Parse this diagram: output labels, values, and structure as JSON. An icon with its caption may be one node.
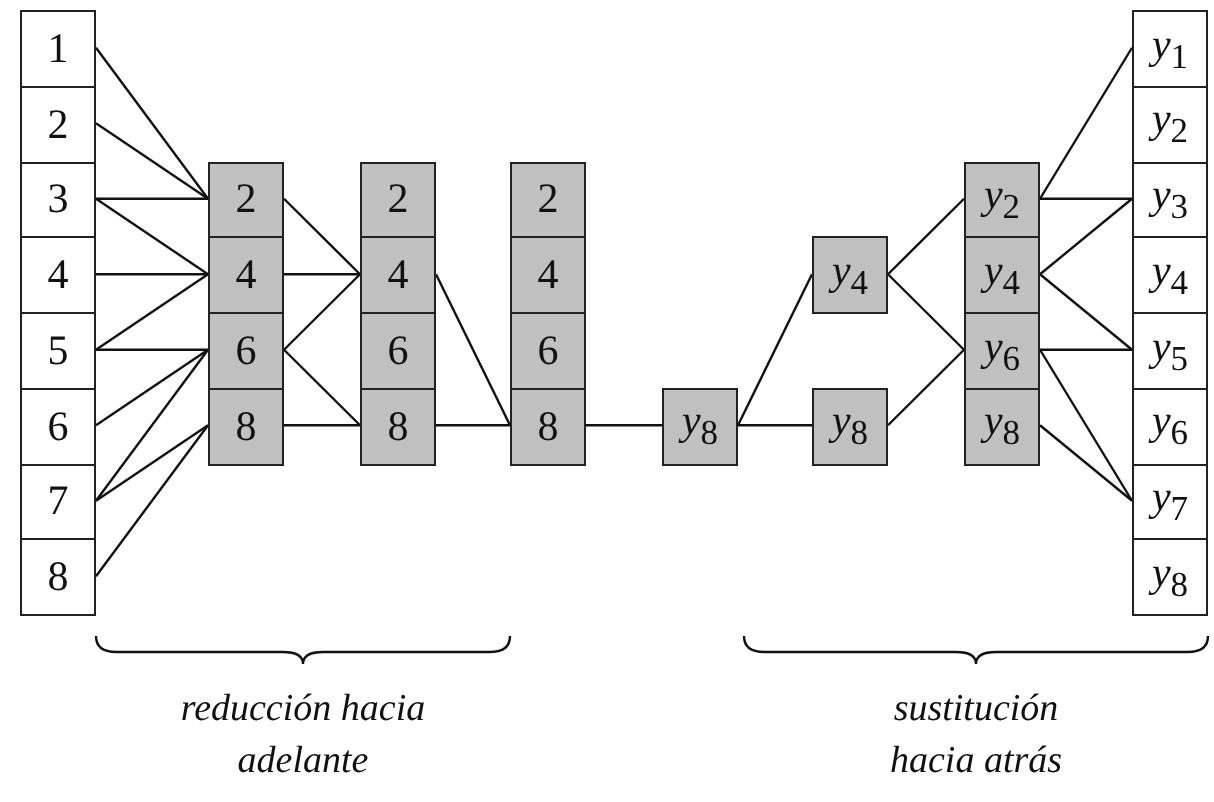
{
  "diagram": {
    "nodes": [
      {
        "text": [
          "1"
        ]
      },
      {
        "text": [
          "2"
        ]
      },
      {
        "text": [
          "3"
        ]
      },
      {
        "text": [
          "4"
        ]
      },
      {
        "text": [
          "5"
        ]
      },
      {
        "text": [
          "6"
        ]
      },
      {
        "text": [
          "7"
        ]
      },
      {
        "text": [
          "8"
        ]
      },
      {
        "text": [
          "2"
        ]
      },
      {
        "text": [
          "4"
        ]
      },
      {
        "text": [
          "6"
        ]
      },
      {
        "text": [
          "8"
        ]
      },
      {
        "text": [
          "2"
        ]
      },
      {
        "text": [
          "4"
        ]
      },
      {
        "text": [
          "6"
        ]
      },
      {
        "text": [
          "8"
        ]
      },
      {
        "text": [
          "2"
        ]
      },
      {
        "text": [
          "4"
        ]
      },
      {
        "text": [
          "6"
        ]
      },
      {
        "text": [
          "8"
        ]
      },
      {
        "text": [
          "*y*$_{8}$"
        ]
      },
      {
        "text": [
          "*y*$_{4}$"
        ]
      },
      {
        "text": [
          "*y*$_{8}$"
        ]
      },
      {
        "text": [
          "*y*$_{2}$"
        ]
      },
      {
        "text": [
          "*y*$_{4}$"
        ]
      },
      {
        "text": [
          "*y*$_{6}$"
        ]
      },
      {
        "text": [
          "*y*$_{8}$"
        ]
      },
      {
        "text": [
          "*y*$_{1}$"
        ]
      },
      {
        "text": [
          "*y*$_{2}$"
        ]
      },
      {
        "text": [
          "*y*$_{3}$"
        ]
      },
      {
        "text": [
          "*y*$_{4}$"
        ]
      },
      {
        "text": [
          "*y*$_{5}$"
        ]
      },
      {
        "text": [
          "*y*$_{6}$"
        ]
      },
      {
        "text": [
          "*y*$_{7}$"
        ]
      },
      {
        "text": [
          "*y*$_{8}$"
        ]
      }
    ],
    "edges": [
      {
        "from": 0,
        "to": 8,
        "arrow": "none"
      },
      {
        "from": 1,
        "to": 8,
        "arrow": "none"
      },
      {
        "from": 2,
        "to": 8,
        "arrow": "none"
      },
      {
        "from": 2,
        "to": 9,
        "arrow": "none"
      },
      {
        "from": 3,
        "to": 9,
        "arrow": "none"
      },
      {
        "from": 4,
        "to": 9,
        "arrow": "none"
      },
      {
        "from": 4,
        "to": 10,
        "arrow": "none"
      },
      {
        "from": 5,
        "to": 10,
        "arrow": "none"
      },
      {
        "from": 6,
        "to": 10,
        "arrow": "none"
      },
      {
        "from": 6,
        "to": 11,
        "arrow": "none"
      },
      {
        "from": 7,
        "to": 11,
        "arrow": "none"
      },
      {
        "from": 8,
        "to": 13,
        "arrow": "none"
      },
      {
        "from": 9,
        "to": 13,
        "arrow": "none"
      },
      {
        "from": 10,
        "to": 13,
        "arrow": "none"
      },
      {
        "from": 10,
        "to": 15,
        "arrow": "none"
      },
      {
        "from": 11,
        "to": 15,
        "arrow": "none"
      },
      {
        "from": 13,
        "to": 19,
        "arrow": "none"
      },
      {
        "from": 15,
        "to": 19,
        "arrow": "none"
      },
      {
        "from": 19,
        "to": 20,
        "arrow": "none"
      },
      {
        "from": 20,
        "to": 21,
        "arrow": "none"
      },
      {
        "from": 20,
        "to": 22,
        "arrow": "none"
      },
      {
        "from": 21,
        "to": 23,
        "arrow": "none"
      },
      {
        "from": 21,
        "to": 25,
        "arrow": "none"
      },
      {
        "from": 22,
        "to": 25,
        "arrow": "none"
      },
      {
        "from": 23,
        "to": 27,
        "arrow": "none"
      },
      {
        "from": 23,
        "to": 29,
        "arrow": "none"
      },
      {
        "from": 24,
        "to": 29,
        "arrow": "none"
      },
      {
        "from": 24,
        "to": 31,
        "arrow": "none"
      },
      {
        "from": 25,
        "to": 31,
        "arrow": "none"
      },
      {
        "from": 25,
        "to": 33,
        "arrow": "none"
      },
      {
        "from": 26,
        "to": 33,
        "arrow": "none"
      }
    ],
    "labels": [
      "reducción hacia adelante",
      "sustitución hacia atrás"
    ]
  }
}
